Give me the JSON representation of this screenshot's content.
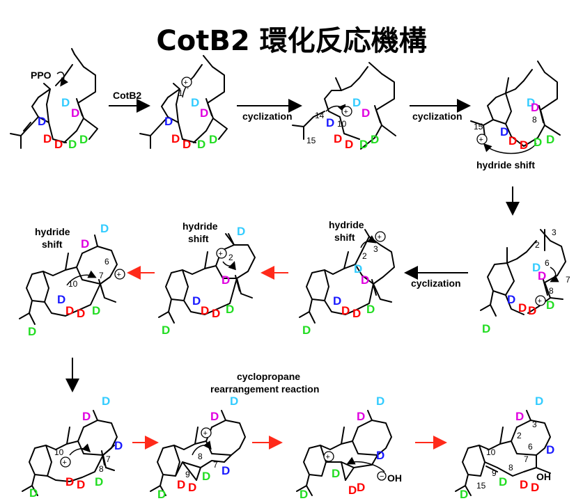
{
  "title": "CotB2 環化反応機構",
  "labels": {
    "ppo": "PPO",
    "enzyme": "CotB2",
    "cyclization": "cyclization",
    "hydride_shift": "hydride shift",
    "hydride": "hydride",
    "shift": "shift",
    "cyclopropane": "cyclopropane",
    "rearrangement": "rearrangement reaction",
    "hydroxide": "OH",
    "oh": "OH",
    "d": "D"
  },
  "colors": {
    "d_blue": "#1a1aff",
    "d_cyan": "#33ccff",
    "d_magenta": "#e000e0",
    "d_red": "#ff0000",
    "d_green": "#22dd22",
    "red_arrow": "#ff2a1a"
  }
}
